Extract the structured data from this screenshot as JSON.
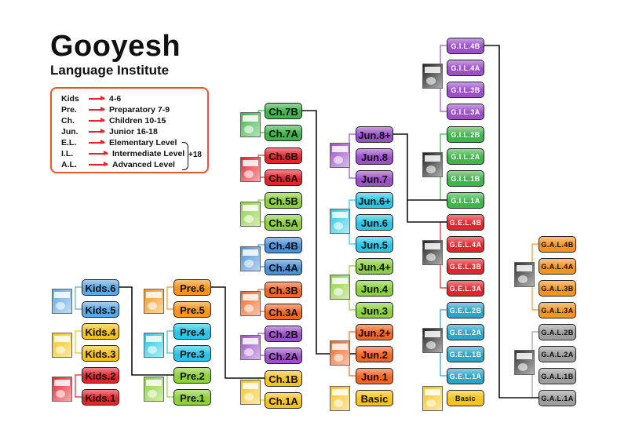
{
  "header": {
    "title": "Gooyesh",
    "subtitle": "Language Institute"
  },
  "legend": {
    "rows": [
      {
        "abbr": "Kids",
        "desc": "4-6"
      },
      {
        "abbr": "Pre.",
        "desc": "Preparatory 7-9"
      },
      {
        "abbr": "Ch.",
        "desc": "Children 10-15"
      },
      {
        "abbr": "Jun.",
        "desc": "Junior 16-18"
      },
      {
        "abbr": "E.L.",
        "desc": "Elementary Level"
      },
      {
        "abbr": "I.L.",
        "desc": "Intermediate Level"
      },
      {
        "abbr": "A.L.",
        "desc": "Advanced Level"
      }
    ],
    "adult_note": "+18"
  },
  "columns": {
    "kids": [
      "Kids.6",
      "Kids.5",
      "Kids.4",
      "Kids.3",
      "Kids.2",
      "Kids.1"
    ],
    "pre": [
      "Pre.6",
      "Pre.5",
      "Pre.4",
      "Pre.3",
      "Pre.2",
      "Pre.1"
    ],
    "ch": [
      "Ch.7B",
      "Ch.7A",
      "Ch.6B",
      "Ch.6A",
      "Ch.5B",
      "Ch.5A",
      "Ch.4B",
      "Ch.4A",
      "Ch.3B",
      "Ch.3A",
      "Ch.2B",
      "Ch.2A",
      "Ch.1B",
      "Ch.1A"
    ],
    "jun": [
      "Jun.8+",
      "Jun.8",
      "Jun.7",
      "Jun.6+",
      "Jun.6",
      "Jun.5",
      "Jun.4+",
      "Jun.4",
      "Jun.3",
      "Jun.2+",
      "Jun.2",
      "Jun.1",
      "Basic"
    ],
    "gl": [
      "G.I.L.4B",
      "G.I.L.4A",
      "G.I.L.3B",
      "G.I.L.3A",
      "G.I.L.2B",
      "G.I.L.2A",
      "G.I.L.1B",
      "G.I.L.1A",
      "G.E.L.4B",
      "G.E.L.4A",
      "G.E.L.3B",
      "G.E.L.3A",
      "G.E.L.2B",
      "G.E.L.2A",
      "G.E.L.1B",
      "G.E.L.1A",
      "Basic"
    ],
    "gal": [
      "G.A.L.4B",
      "G.A.L.4A",
      "G.A.L.3B",
      "G.A.L.3A",
      "G.A.L.2B",
      "G.A.L.2A",
      "G.A.L.1B",
      "G.A.L.1A"
    ]
  },
  "colors": {
    "kids": [
      "#5aa9e6",
      "#5aa9e6",
      "#f5c21b",
      "#f5c21b",
      "#e3242b",
      "#e3242b"
    ],
    "pre": [
      "#f7941d",
      "#f7941d",
      "#29c5e6",
      "#29c5e6",
      "#8cd13b",
      "#8cd13b"
    ],
    "ch": [
      "#3fb54a",
      "#3fb54a",
      "#e3242b",
      "#e3242b",
      "#8cd13b",
      "#8cd13b",
      "#4a90d9",
      "#4a90d9",
      "#f26522",
      "#f26522",
      "#9b4fc9",
      "#9b4fc9",
      "#f7c21b",
      "#f7c21b"
    ],
    "jun": [
      "#9b4fc9",
      "#9b4fc9",
      "#9b4fc9",
      "#29c5e6",
      "#29c5e6",
      "#29c5e6",
      "#8cd13b",
      "#8cd13b",
      "#8cd13b",
      "#f26522",
      "#f26522",
      "#f26522",
      "#f7c21b"
    ],
    "gl": [
      "#9b4fc9",
      "#9b4fc9",
      "#9b4fc9",
      "#9b4fc9",
      "#3fb54a",
      "#3fb54a",
      "#3fb54a",
      "#3fb54a",
      "#e3242b",
      "#e3242b",
      "#e3242b",
      "#e3242b",
      "#2aa5c9",
      "#2aa5c9",
      "#2aa5c9",
      "#2aa5c9",
      "#f7c21b"
    ],
    "gal": [
      "#f7941d",
      "#f7941d",
      "#f7941d",
      "#f7941d",
      "#9e9e9e",
      "#9e9e9e",
      "#9e9e9e",
      "#9e9e9e"
    ],
    "legend_border": "#e8552b",
    "arrow": "#e3242b"
  }
}
